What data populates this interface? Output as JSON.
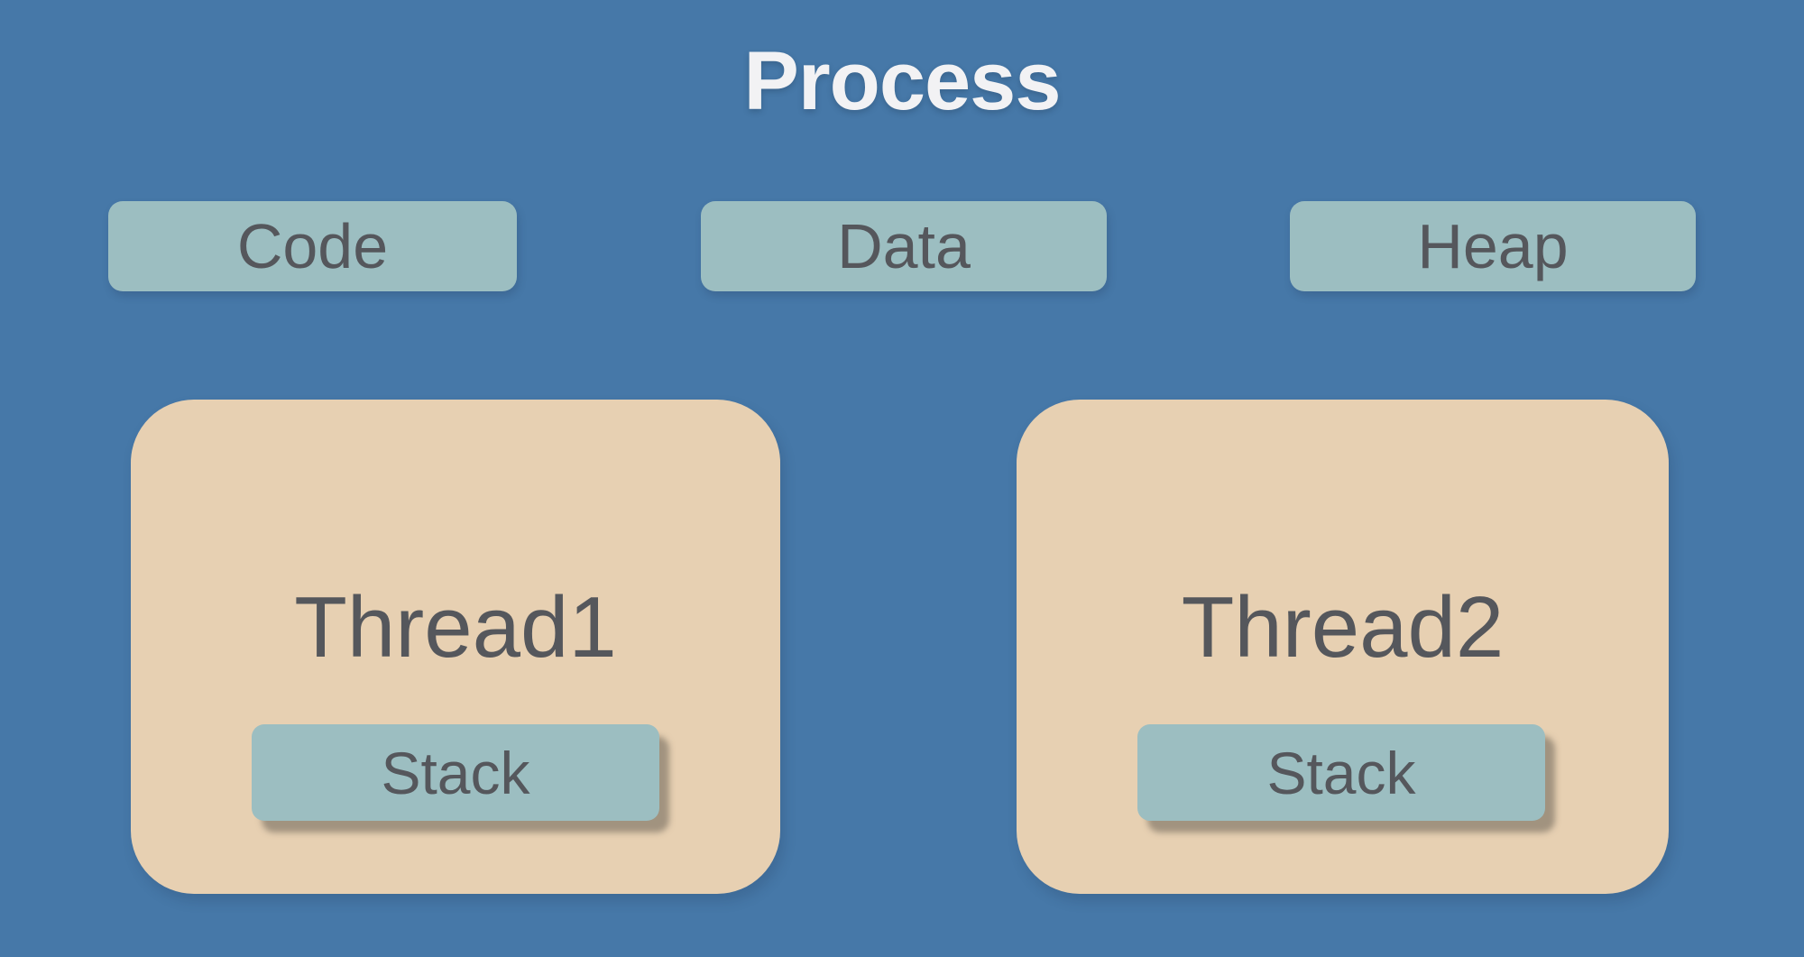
{
  "title": "Process",
  "colors": {
    "background": "#4678A8",
    "segment_fill": "#9CBEC1",
    "thread_fill": "#E7D0B2",
    "label_text": "#55575C",
    "title_text": "#F2F2F4"
  },
  "memory_segments": [
    {
      "label": "Code"
    },
    {
      "label": "Data"
    },
    {
      "label": "Heap"
    }
  ],
  "threads": [
    {
      "label": "Thread1",
      "stack_label": "Stack"
    },
    {
      "label": "Thread2",
      "stack_label": "Stack"
    }
  ]
}
